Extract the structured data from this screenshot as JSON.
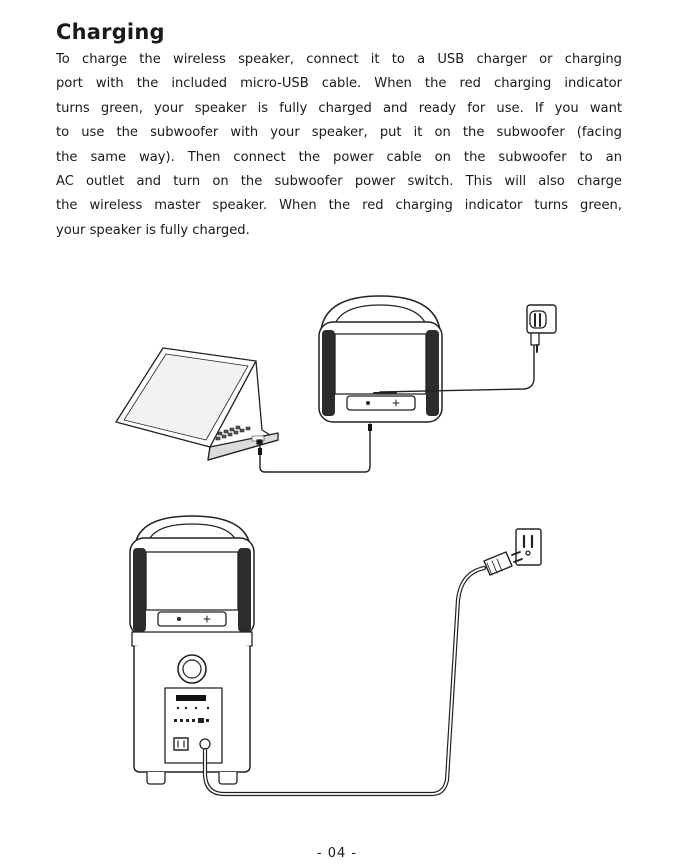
{
  "section": {
    "heading": "Charging",
    "body_lines": [
      "To charge the wireless speaker, connect it to a USB charger or charging",
      "port with the included micro-USB cable. When the red charging indicator",
      "turns green, your speaker is fully charged and ready for use. If you want",
      "to use the subwoofer with your speaker, put it on the subwoofer (facing",
      "the same way). Then connect the power cable on the subwoofer to an",
      "AC outlet and turn on the subwoofer power switch. This will also charge",
      "the wireless master speaker. When the red charging indicator turns green,",
      "your speaker is fully charged."
    ]
  },
  "footer": {
    "page_number": "- 04 -"
  }
}
